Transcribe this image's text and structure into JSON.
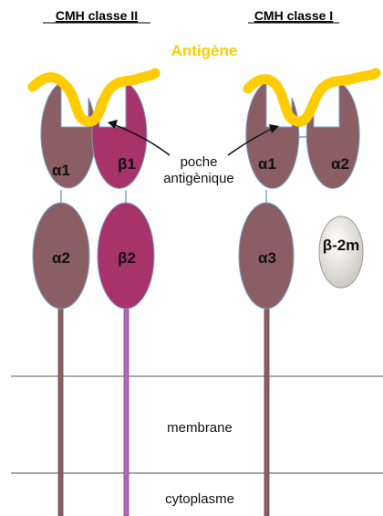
{
  "headers": {
    "class2": "CMH classe II",
    "class1": "CMH classe I"
  },
  "antigen_label": "Antigène",
  "pocket_label": {
    "line1": "poche",
    "line2": "antigènique"
  },
  "domains": {
    "class2": {
      "a1": "α1",
      "b1": "β1",
      "a2": "α2",
      "b2": "β2"
    },
    "class1": {
      "a1": "α1",
      "a2": "α2",
      "a3": "α3",
      "b2m": "β-2m"
    }
  },
  "regions": {
    "membrane": "membrane",
    "cytoplasm": "cytoplasme"
  },
  "colors": {
    "alpha": "#8b5e63",
    "beta": "#a8336a",
    "b2m": "#ebeae4",
    "antigen": "#ffcc00",
    "connector": "#7fa7cf",
    "line": "#6b8fb5"
  }
}
